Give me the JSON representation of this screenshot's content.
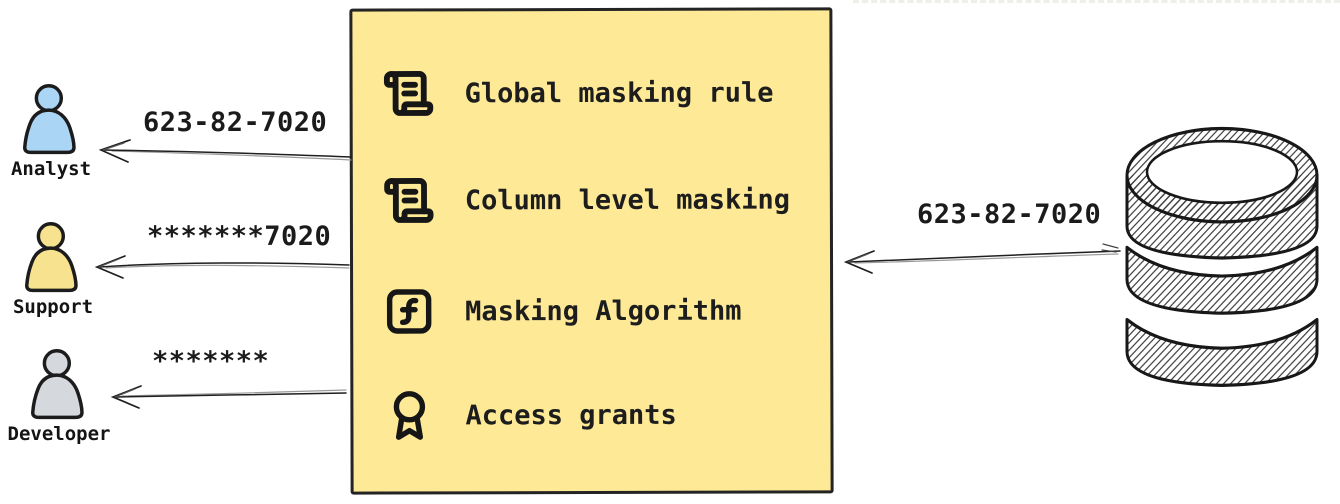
{
  "masking_box": {
    "fill_color": "#FDE996",
    "border_color": "#242424",
    "items": [
      {
        "icon": "scroll-text-icon",
        "label": "Global masking rule"
      },
      {
        "icon": "scroll-text-icon",
        "label": "Column level masking"
      },
      {
        "icon": "function-square-icon",
        "label": "Masking Algorithm"
      },
      {
        "icon": "award-icon",
        "label": "Access grants"
      }
    ]
  },
  "consumers": [
    {
      "role": "Analyst",
      "icon": "person-icon",
      "color": "#ABD5F4",
      "received_value": "623-82-7020"
    },
    {
      "role": "Support",
      "icon": "person-icon",
      "color": "#F7E290",
      "received_value": "*******7020"
    },
    {
      "role": "Developer",
      "icon": "person-icon",
      "color": "#D5D8DC",
      "received_value": "*******"
    }
  ],
  "source": {
    "icon": "database-icon",
    "sent_value": "623-82-7020"
  }
}
